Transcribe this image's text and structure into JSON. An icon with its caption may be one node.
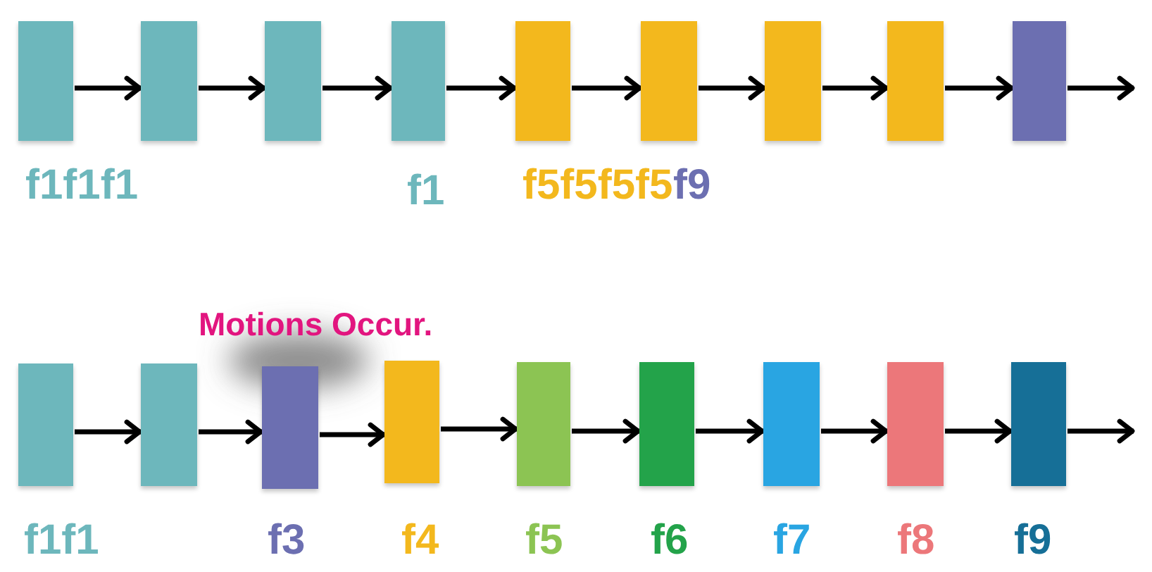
{
  "diagram": {
    "nodes": [
      {
        "text": [],
        "shape": "box"
      },
      {
        "text": [],
        "shape": "box"
      },
      {
        "text": [],
        "shape": "box"
      },
      {
        "text": [],
        "shape": "box"
      },
      {
        "text": [],
        "shape": "box"
      },
      {
        "text": [],
        "shape": "box"
      },
      {
        "text": [],
        "shape": "box"
      },
      {
        "text": [],
        "shape": "box"
      },
      {
        "text": [],
        "shape": "box"
      },
      {
        "text": [],
        "shape": "box"
      },
      {
        "text": [],
        "shape": "box"
      },
      {
        "text": [],
        "shape": "box"
      },
      {
        "text": [],
        "shape": "box"
      },
      {
        "text": [],
        "shape": "box"
      },
      {
        "text": [],
        "shape": "box"
      },
      {
        "text": [],
        "shape": "box"
      },
      {
        "text": [],
        "shape": "box"
      },
      {
        "text": [],
        "shape": "box"
      }
    ],
    "edges": [
      {
        "from": 0,
        "to": 1,
        "arrow": "to"
      },
      {
        "from": 1,
        "to": 2,
        "arrow": "to"
      },
      {
        "from": 2,
        "to": 3,
        "arrow": "to"
      },
      {
        "from": 3,
        "to": 4,
        "arrow": "to"
      },
      {
        "from": 4,
        "to": 5,
        "arrow": "to"
      },
      {
        "from": 5,
        "to": 6,
        "arrow": "to"
      },
      {
        "from": 6,
        "to": 7,
        "arrow": "to"
      },
      {
        "from": 7,
        "to": 8,
        "arrow": "to"
      },
      {
        "from": 8,
        "to": null,
        "arrow": "to"
      },
      {
        "from": 9,
        "to": 10,
        "arrow": "to"
      },
      {
        "from": 10,
        "to": 11,
        "arrow": "to"
      },
      {
        "from": 11,
        "to": 12,
        "arrow": "to"
      },
      {
        "from": 12,
        "to": 13,
        "arrow": "to"
      },
      {
        "from": 13,
        "to": 14,
        "arrow": "to"
      },
      {
        "from": 14,
        "to": 15,
        "arrow": "to"
      },
      {
        "from": 15,
        "to": 16,
        "arrow": "to"
      },
      {
        "from": 16,
        "to": 17,
        "arrow": "to"
      },
      {
        "from": 17,
        "to": null,
        "arrow": "to"
      }
    ],
    "labels": [
      "f1f1f1",
      "f1",
      "f5f5f5f5",
      "f9",
      "Motions Occur.",
      "f1f1",
      "f3",
      "f4",
      "f5",
      "f6",
      "f7",
      "f8",
      "f9"
    ]
  }
}
